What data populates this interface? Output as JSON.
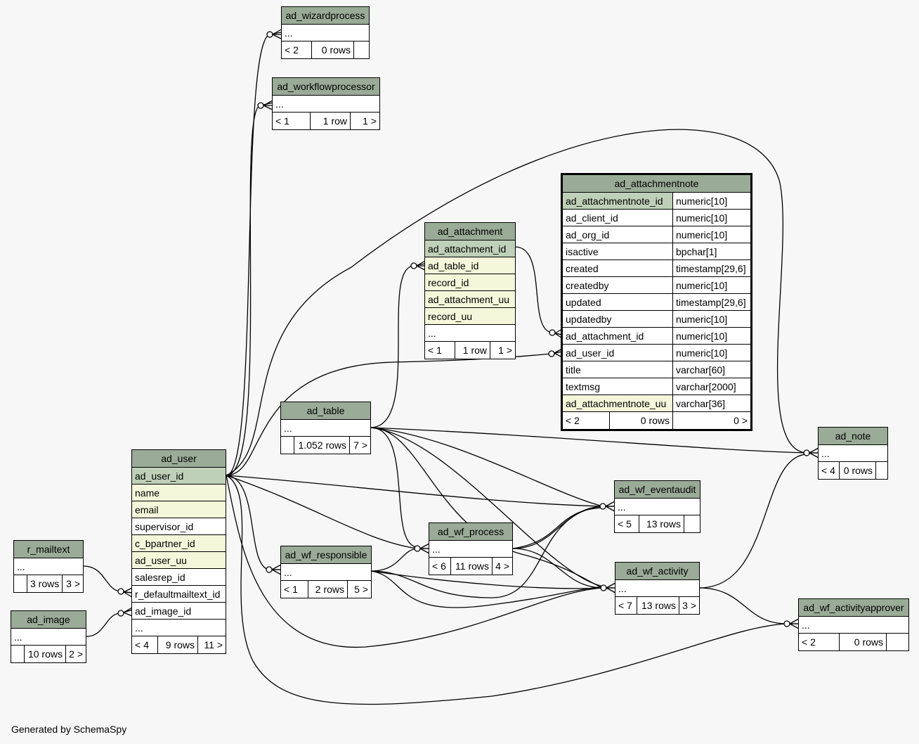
{
  "footer": "Generated by SchemaSpy",
  "colors": {
    "header": "#9aab97",
    "primary_key": "#bfd0b8",
    "indexed": "#f4f7da",
    "background": "#f7f7f7"
  },
  "tables": {
    "ad_wizardprocess": {
      "name": "ad_wizardprocess",
      "ellipsis": "...",
      "parents": "< 2",
      "rows": "0 rows",
      "children": ""
    },
    "ad_workflowprocessor": {
      "name": "ad_workflowprocessor",
      "ellipsis": "...",
      "parents": "< 1",
      "rows": "1 row",
      "children": "1 >"
    },
    "ad_attachment": {
      "name": "ad_attachment",
      "columns": [
        "ad_attachment_id",
        "ad_table_id",
        "record_id",
        "ad_attachment_uu",
        "record_uu"
      ],
      "ellipsis": "...",
      "parents": "< 1",
      "rows": "1 row",
      "children": "1 >"
    },
    "ad_attachmentnote": {
      "name": "ad_attachmentnote",
      "columns": [
        {
          "name": "ad_attachmentnote_id",
          "type": "numeric[10]"
        },
        {
          "name": "ad_client_id",
          "type": "numeric[10]"
        },
        {
          "name": "ad_org_id",
          "type": "numeric[10]"
        },
        {
          "name": "isactive",
          "type": "bpchar[1]"
        },
        {
          "name": "created",
          "type": "timestamp[29,6]"
        },
        {
          "name": "createdby",
          "type": "numeric[10]"
        },
        {
          "name": "updated",
          "type": "timestamp[29,6]"
        },
        {
          "name": "updatedby",
          "type": "numeric[10]"
        },
        {
          "name": "ad_attachment_id",
          "type": "numeric[10]"
        },
        {
          "name": "ad_user_id",
          "type": "numeric[10]"
        },
        {
          "name": "title",
          "type": "varchar[60]"
        },
        {
          "name": "textmsg",
          "type": "varchar[2000]"
        },
        {
          "name": "ad_attachmentnote_uu",
          "type": "varchar[36]"
        }
      ],
      "parents": "< 2",
      "rows": "0 rows",
      "children": "0 >"
    },
    "ad_table": {
      "name": "ad_table",
      "ellipsis": "...",
      "parents": "",
      "rows": "1.052 rows",
      "children": "7 >"
    },
    "ad_note": {
      "name": "ad_note",
      "ellipsis": "...",
      "parents": "< 4",
      "rows": "0 rows",
      "children": ""
    },
    "ad_user": {
      "name": "ad_user",
      "columns": [
        "ad_user_id",
        "name",
        "email",
        "supervisor_id",
        "c_bpartner_id",
        "ad_user_uu",
        "salesrep_id",
        "r_defaultmailtext_id",
        "ad_image_id"
      ],
      "ellipsis": "...",
      "parents": "< 4",
      "rows": "9 rows",
      "children": "11 >"
    },
    "r_mailtext": {
      "name": "r_mailtext",
      "ellipsis": "...",
      "parents": "",
      "rows": "3 rows",
      "children": "3 >"
    },
    "ad_image": {
      "name": "ad_image",
      "ellipsis": "...",
      "parents": "",
      "rows": "10 rows",
      "children": "2 >"
    },
    "ad_wf_eventaudit": {
      "name": "ad_wf_eventaudit",
      "ellipsis": "...",
      "parents": "< 5",
      "rows": "13 rows",
      "children": ""
    },
    "ad_wf_process": {
      "name": "ad_wf_process",
      "ellipsis": "...",
      "parents": "< 6",
      "rows": "11 rows",
      "children": "4 >"
    },
    "ad_wf_responsible": {
      "name": "ad_wf_responsible",
      "ellipsis": "...",
      "parents": "< 1",
      "rows": "2 rows",
      "children": "5 >"
    },
    "ad_wf_activity": {
      "name": "ad_wf_activity",
      "ellipsis": "...",
      "parents": "< 7",
      "rows": "13 rows",
      "children": "3 >"
    },
    "ad_wf_activityapprover": {
      "name": "ad_wf_activityapprover",
      "ellipsis": "...",
      "parents": "< 2",
      "rows": "0 rows",
      "children": ""
    }
  }
}
